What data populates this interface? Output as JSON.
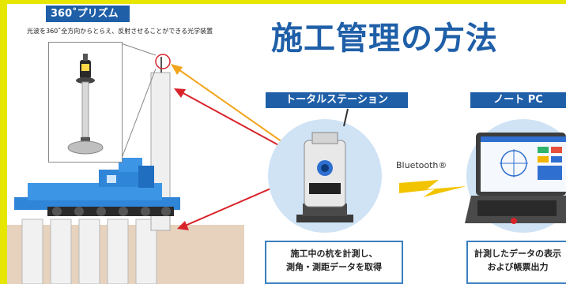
{
  "prism": {
    "tag": "360˚プリズム",
    "desc": "光波を360˚全方向からとらえ、反射させることができる光学装置"
  },
  "title": "施工管理の方法",
  "total_station": {
    "label": "トータルステーション",
    "desc_line1": "施工中の杭を計測し、",
    "desc_line2": "測角・測距データを取得"
  },
  "bluetooth": {
    "text": "Bluetooth®"
  },
  "note_pc": {
    "label": "ノート PC",
    "desc_line1": "計測したデータの表示",
    "desc_line2": "および帳票出力"
  },
  "colors": {
    "brand_blue": "#1f5fa8",
    "accent_yellow": "#e6e600",
    "arrow_orange": "#f2a41a",
    "arrow_red": "#d8232a",
    "bluetooth_bolt": "#f2c400",
    "circle_fill": "#cfe3f5"
  }
}
